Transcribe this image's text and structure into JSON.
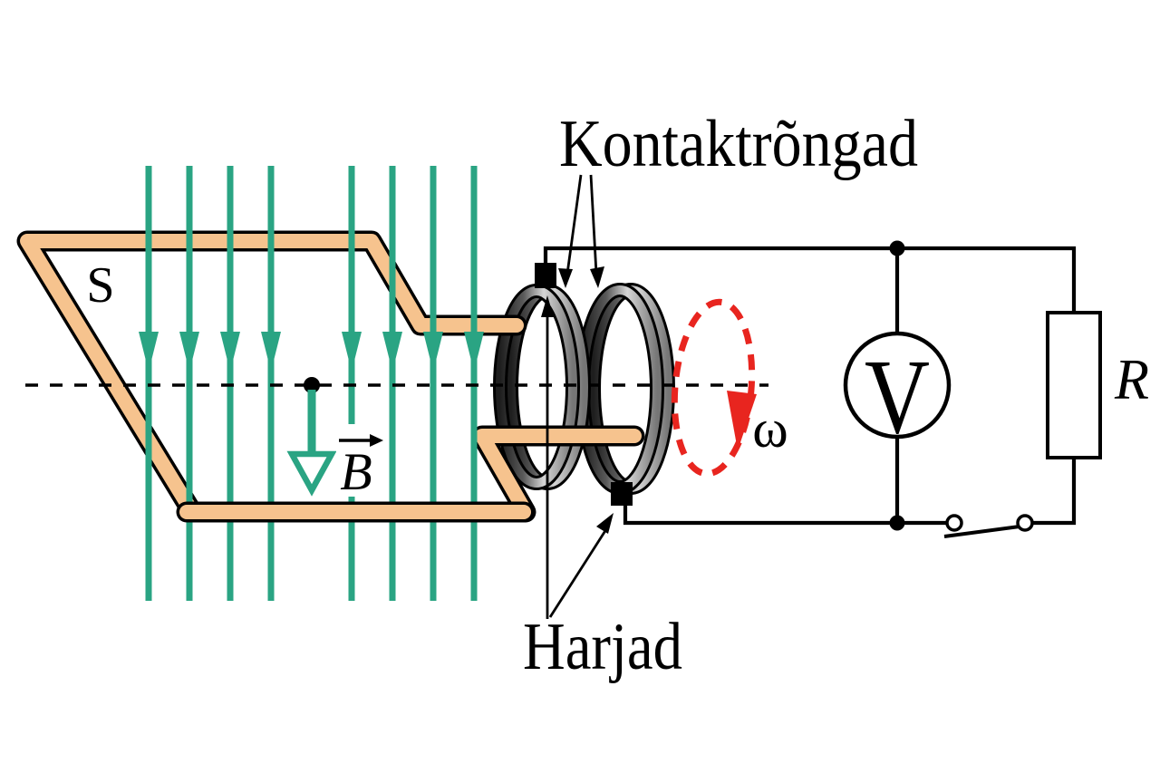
{
  "figure": {
    "type": "physics-diagram",
    "description": "AC generator: rotating coil in magnetic field with slip rings, brushes, voltmeter and resistor circuit"
  },
  "labels": {
    "contact_rings": "Kontaktrõngad",
    "brushes": "Harjad",
    "loop_area": "S",
    "magnetic_field": "B",
    "angular_velocity": "ω",
    "voltmeter": "V",
    "resistor": "R"
  },
  "colors": {
    "background": "#ffffff",
    "outline": "#000000",
    "field_green": "#2aa483",
    "coil_orange": "#f6c38e",
    "area_red": "#cd2130",
    "rotation_red": "#e8251f",
    "ring_dark": "#1e1e1e",
    "ring_mid": "#5a5a5a",
    "ring_light": "#d6d6d6",
    "ring_shade": "#767676"
  },
  "diagram": {
    "field_lines": {
      "count": 8,
      "direction": "down"
    },
    "slip_rings": 2,
    "brushes": 2,
    "switch_state": "open",
    "rotation": "ω about horizontal axis"
  }
}
